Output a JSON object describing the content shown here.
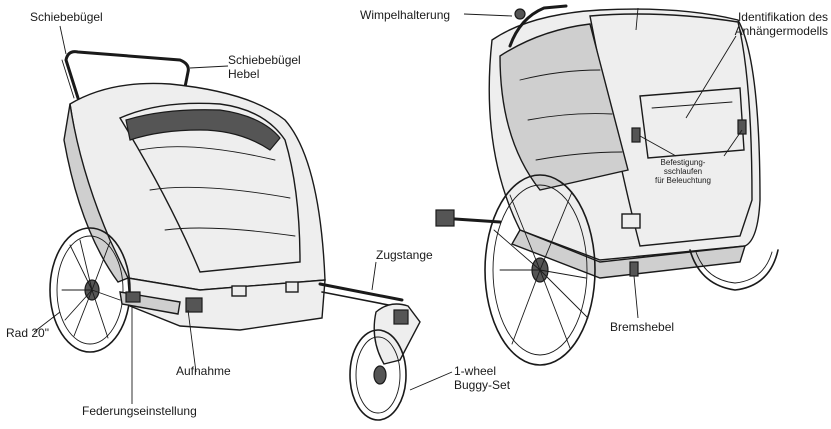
{
  "labels": {
    "schiebebuegel": "Schiebebügel",
    "schiebebuegel_hebel_line1": "Schiebebügel",
    "schiebebuegel_hebel_line2": "Hebel",
    "zugstange": "Zugstange",
    "rad": "Rad 20\"",
    "aufnahme": "Aufnahme",
    "federungseinstellung": "Federungseinstellung",
    "buggy_line1": "1-wheel",
    "buggy_line2": "Buggy-Set",
    "wimpelhalterung": "Wimpelhalterung",
    "identifikation_line1": "Identifikation des",
    "identifikation_line2": "Anhängermodells",
    "befestigung_line1": "Befestigung-",
    "befestigung_line2": "sschlaufen",
    "befestigung_line3": "für Beleuchtung",
    "bremshebel": "Bremshebel"
  },
  "colors": {
    "ink": "#1a1a1a",
    "background": "#ffffff",
    "shade": "#555555"
  }
}
